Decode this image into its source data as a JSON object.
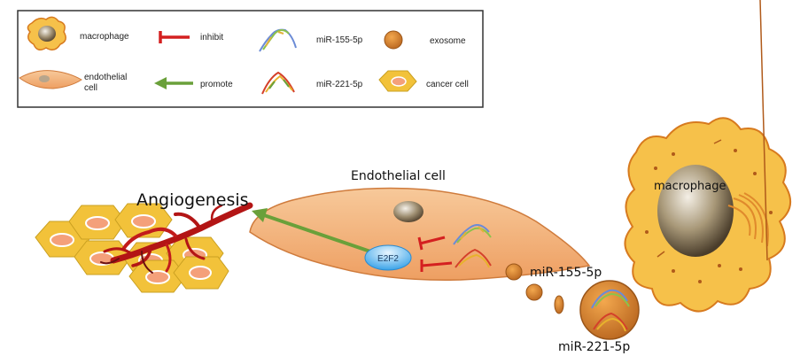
{
  "legend": {
    "macrophage": "macrophage",
    "inhibit": "inhibit",
    "mir155": "miR-155-5p",
    "exosome": "exosome",
    "endothelial_line1": "endothelial",
    "endothelial_line2": "cell",
    "promote": "promote",
    "mir221": "miR-221-5p",
    "cancer_cell": "cancer cell"
  },
  "diagram": {
    "angiogenesis": "Angiogenesis",
    "endothelial_cell": "Endothelial cell",
    "e2f2": "E2F2",
    "macrophage": "macrophage",
    "mir155": "miR-155-5p",
    "mir221": "miR-221-5p"
  },
  "colors": {
    "inhibit": "#d42020",
    "promote": "#6aa03a",
    "cancer_cell": "#f2c23a",
    "endothelial": "#f4b27a",
    "exosome": "#d9822b",
    "macrophage": "#f6c14a",
    "vessel": "#b31515",
    "nucleus": "#9b8b72"
  }
}
